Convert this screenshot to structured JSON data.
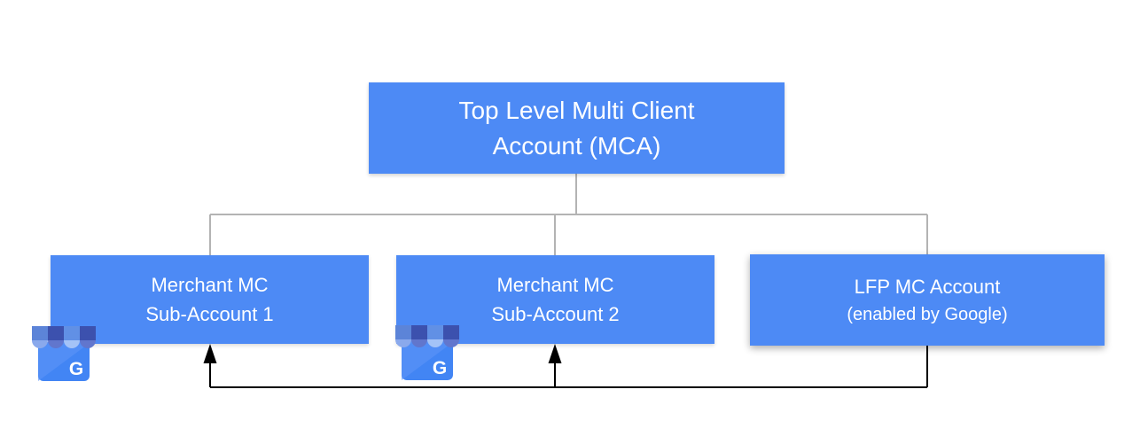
{
  "diagram": {
    "colors": {
      "box_fill": "#4d8af5",
      "box_text": "#ffffff",
      "tree_line": "#b3b3b3",
      "arrow_line": "#000000"
    },
    "root": {
      "line1": "Top Level Multi Client",
      "line2": "Account (MCA)"
    },
    "children": [
      {
        "line1": "Merchant MC",
        "line2": "Sub-Account 1",
        "icon": "google-business-profile-icon"
      },
      {
        "line1": "Merchant MC",
        "line2": "Sub-Account 2",
        "icon": "google-business-profile-icon"
      },
      {
        "line1": "LFP MC Account",
        "line2": "(enabled by Google)"
      }
    ],
    "icon_letter": "G",
    "icon_colors": {
      "body": "#4285f4",
      "body_fold": "#5b93f7",
      "stripe_dark": "#3c51ae",
      "stripe_medium": "#5c84d8",
      "stripe_light": "#6190e5",
      "scallop_dark": "#6176cd",
      "scallop_medium": "#8aa9ec",
      "scallop_light": "#a4c3f7"
    }
  }
}
